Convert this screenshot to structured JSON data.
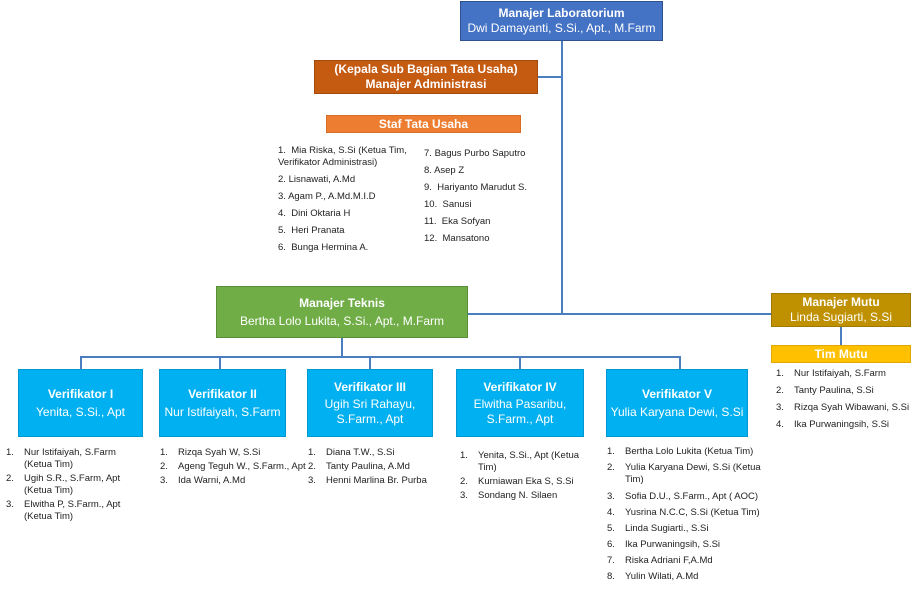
{
  "manajer_laboratorium": {
    "title": "Manajer Laboratorium",
    "name": "Dwi Damayanti, S.Si., Apt., M.Farm"
  },
  "manajer_administrasi": {
    "title": "(Kepala Sub Bagian Tata Usaha)",
    "name": "Manajer Administrasi"
  },
  "staf_tata_usaha": {
    "title": "Staf Tata Usaha",
    "col1": [
      {
        "num": "1.",
        "text": "Mia Riska, S.Si (Ketua Tim, Verifikator Administrasi)"
      },
      {
        "num": "2.",
        "text": "Lisnawati, A.Md"
      },
      {
        "num": "3.",
        "text": "Agam P., A.Md.M.I.D"
      },
      {
        "num": "4.",
        "text": "Dini Oktaria H"
      },
      {
        "num": "5.",
        "text": "Heri Pranata"
      },
      {
        "num": "6.",
        "text": "Bunga Hermina A."
      }
    ],
    "col2": [
      {
        "num": "7.",
        "text": "Bagus Purbo Saputro"
      },
      {
        "num": "8.",
        "text": "Asep Z"
      },
      {
        "num": "9.",
        "text": "Hariyanto Marudut S."
      },
      {
        "num": "10.",
        "text": "Sanusi"
      },
      {
        "num": "11.",
        "text": "Eka Sofyan"
      },
      {
        "num": "12.",
        "text": "Mansatono"
      }
    ]
  },
  "manajer_teknis": {
    "title": "Manajer Teknis",
    "name": "Bertha Lolo Lukita, S.Si., Apt., M.Farm"
  },
  "manajer_mutu": {
    "title": "Manajer Mutu",
    "name": "Linda Sugiarti, S.Si"
  },
  "tim_mutu": {
    "title": "Tim Mutu",
    "members": [
      {
        "num": "1.",
        "text": "Nur Istifaiyah, S.Farm"
      },
      {
        "num": "2.",
        "text": "Tanty Paulina, S.Si"
      },
      {
        "num": "3.",
        "text": "Rizqa Syah Wibawani, S.Si"
      },
      {
        "num": "4.",
        "text": "Ika Purwaningsih, S.Si"
      }
    ]
  },
  "verifikators": [
    {
      "title": "Verifikator I",
      "name": "Yenita, S.Si., Apt",
      "members": [
        {
          "num": "1.",
          "text": "Nur Istifaiyah, S.Farm (Ketua Tim)"
        },
        {
          "num": "2.",
          "text": "Ugih S.R., S.Farm, Apt (Ketua Tim)"
        },
        {
          "num": "3.",
          "text": "Elwitha P, S.Farm., Apt (Ketua Tim)"
        }
      ]
    },
    {
      "title": "Verifikator II",
      "name": "Nur Istifaiyah, S.Farm",
      "members": [
        {
          "num": "1.",
          "text": "Rizqa Syah W, S.Si"
        },
        {
          "num": "2.",
          "text": "Ageng Teguh W., S.Farm., Apt"
        },
        {
          "num": "3.",
          "text": "Ida Warni, A.Md"
        }
      ]
    },
    {
      "title": "Verifikator III",
      "name": "Ugih Sri Rahayu, S.Farm., Apt",
      "members": [
        {
          "num": "1.",
          "text": "Diana T.W., S.Si"
        },
        {
          "num": "2.",
          "text": "Tanty Paulina, A.Md"
        },
        {
          "num": "3.",
          "text": "Henni Marlina Br. Purba"
        }
      ]
    },
    {
      "title": "Verifikator IV",
      "name": "Elwitha Pasaribu, S.Farm., Apt",
      "members": [
        {
          "num": "1.",
          "text": "Yenita, S.Si., Apt (Ketua Tim)"
        },
        {
          "num": "2.",
          "text": "Kurniawan Eka S, S.Si"
        },
        {
          "num": "3.",
          "text": "Sondang N. Silaen"
        }
      ]
    },
    {
      "title": "Verifikator V",
      "name": "Yulia Karyana Dewi, S.Si",
      "members": [
        {
          "num": "1.",
          "text": "Bertha Lolo Lukita (Ketua Tim)"
        },
        {
          "num": "2.",
          "text": "Yulia Karyana Dewi, S.Si (Ketua Tim)"
        },
        {
          "num": "3.",
          "text": "Sofia D.U., S.Farm., Apt ( AOC)"
        },
        {
          "num": "4.",
          "text": "Yusrina N.C.C, S.Si (Ketua Tim)"
        },
        {
          "num": "5.",
          "text": "Linda Sugiarti., S.Si"
        },
        {
          "num": "6.",
          "text": "Ika Purwaningsih, S.Si"
        },
        {
          "num": "7.",
          "text": "Riska Adriani F,A.Md"
        },
        {
          "num": "8.",
          "text": "Yulin Wilati, A.Md"
        }
      ]
    }
  ]
}
